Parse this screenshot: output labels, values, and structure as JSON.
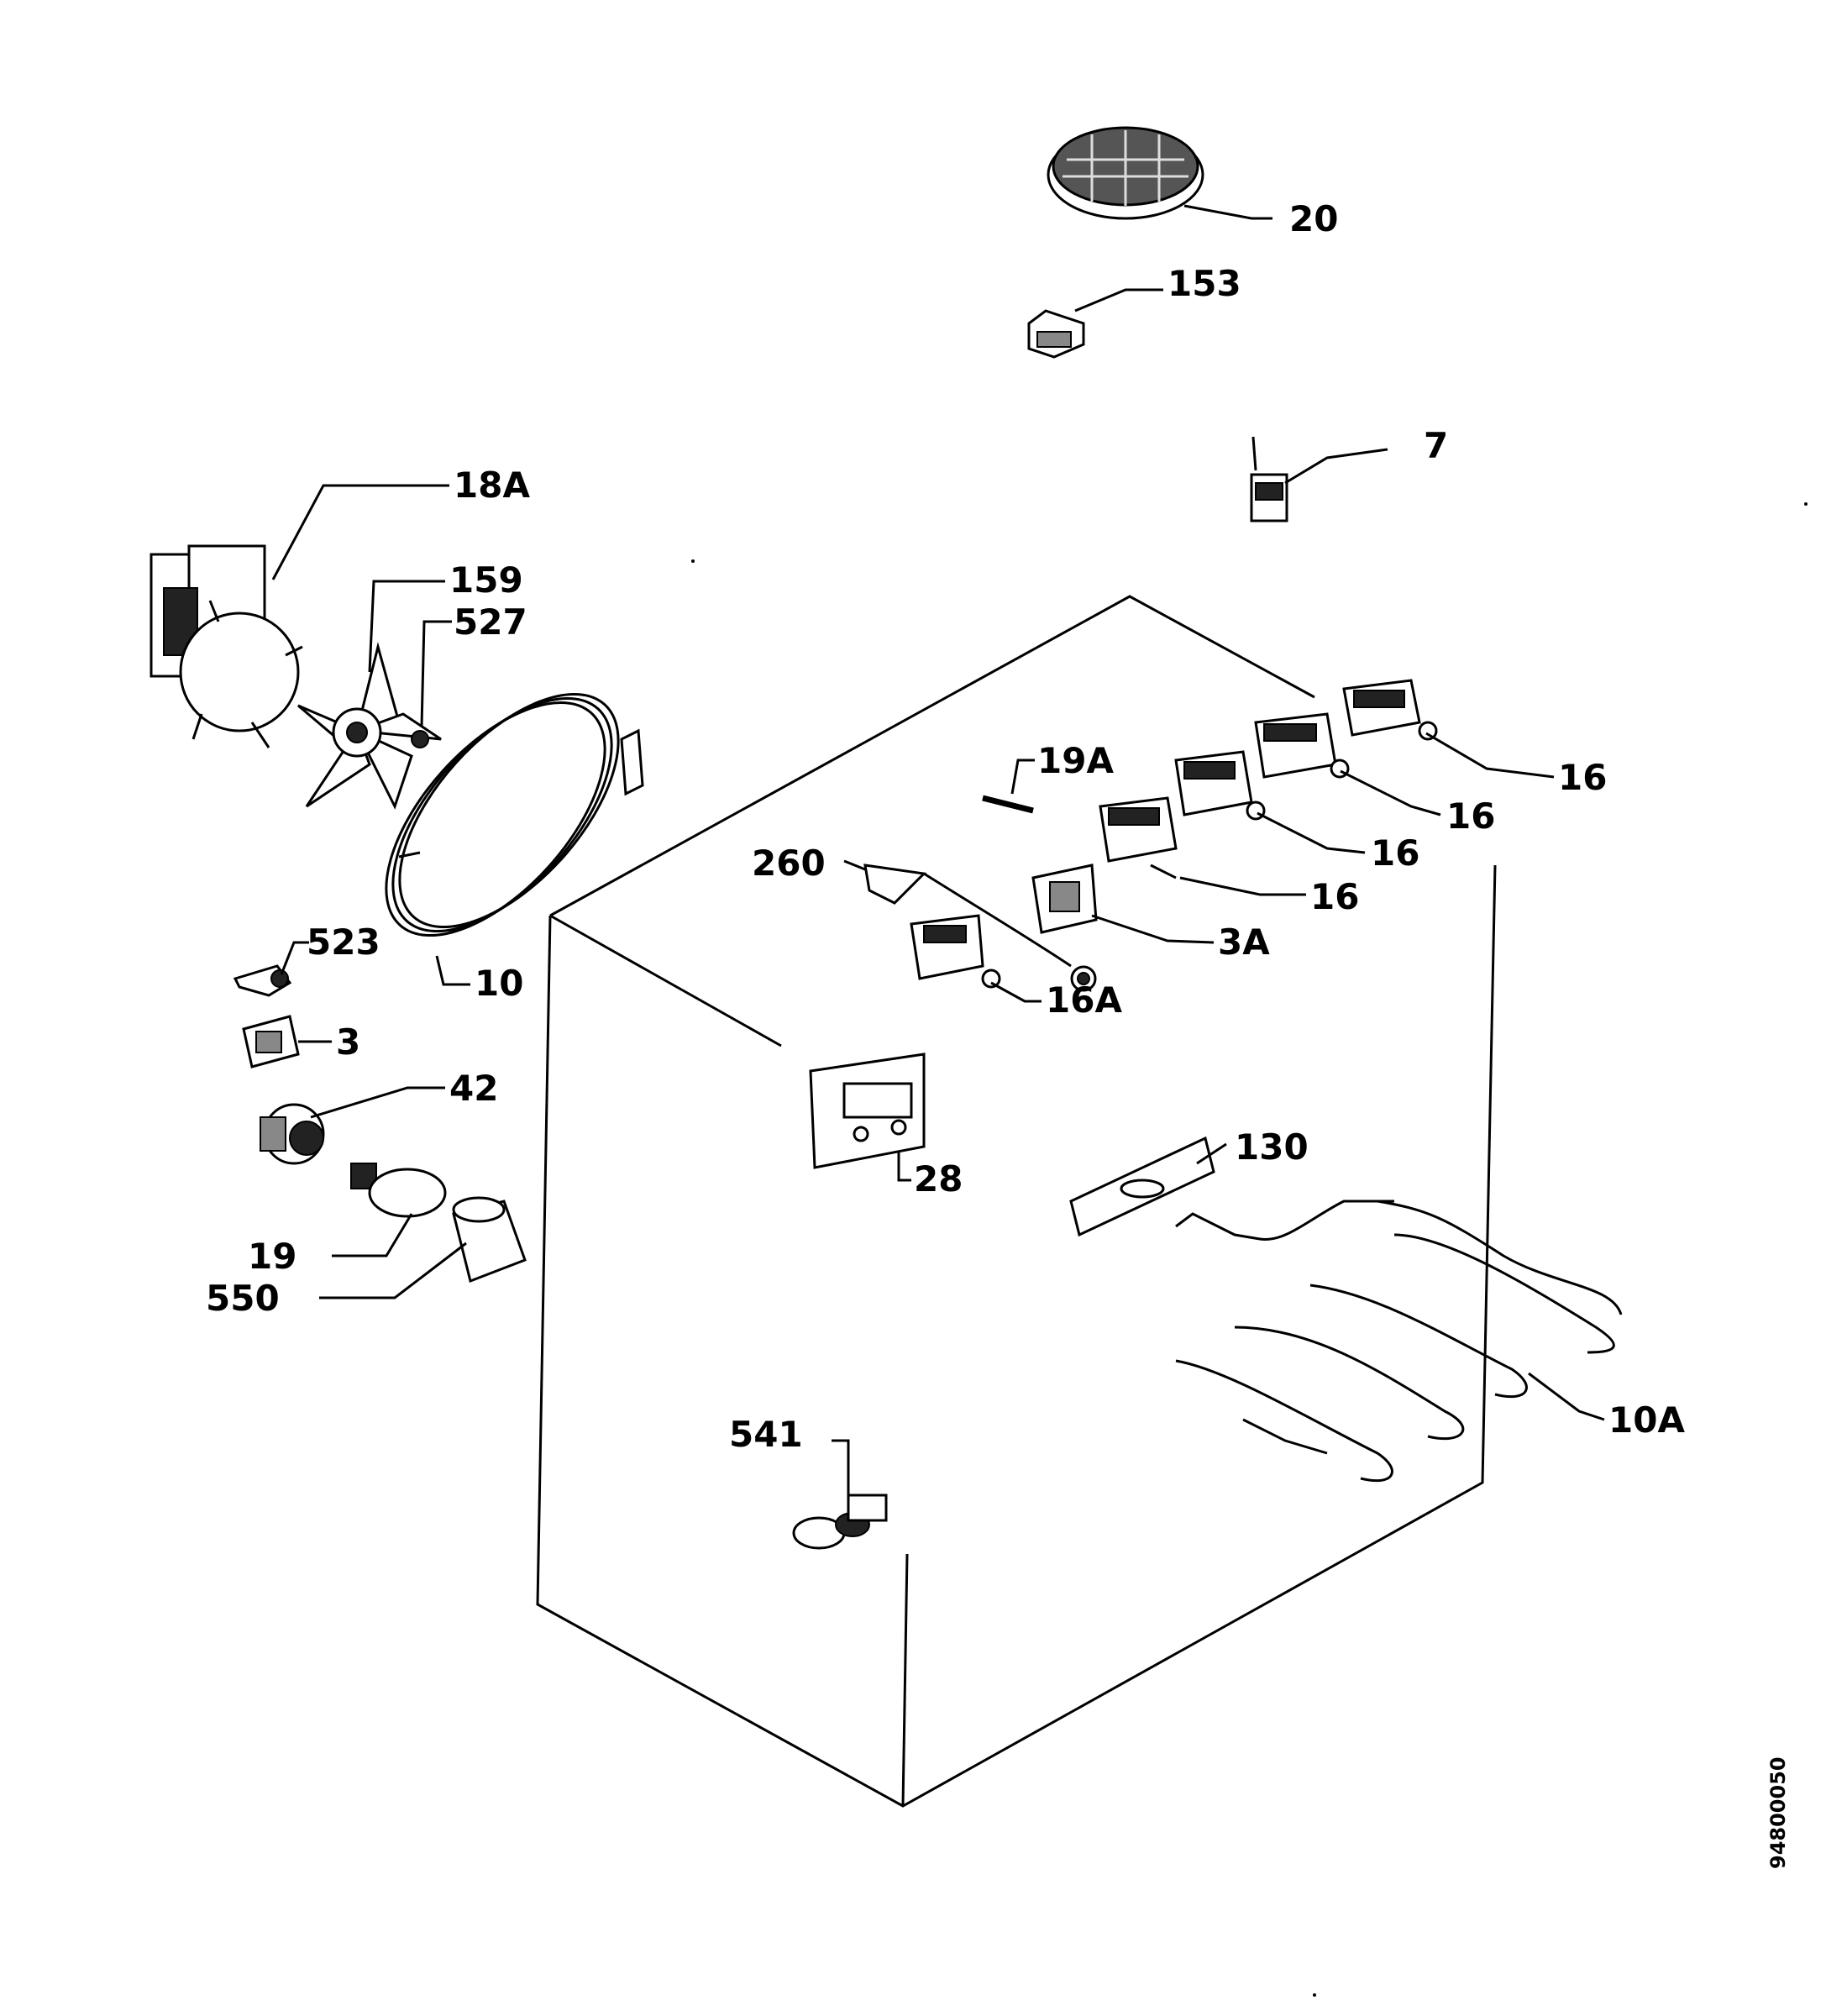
{
  "diagram": {
    "labels": {
      "l20": "20",
      "l153": "153",
      "l7": "7",
      "l18A": "18A",
      "l159": "159",
      "l527": "527",
      "l16a": "16",
      "l16b": "16",
      "l16c": "16",
      "l16d": "16",
      "l19A": "19A",
      "l260": "260",
      "l3A": "3A",
      "l16A": "16A",
      "l523": "523",
      "l10": "10",
      "l3": "3",
      "l42": "42",
      "l28": "28",
      "l130": "130",
      "l19": "19",
      "l550": "550",
      "l10A": "10A",
      "l541": "541"
    },
    "drawing_code": "94800050"
  }
}
